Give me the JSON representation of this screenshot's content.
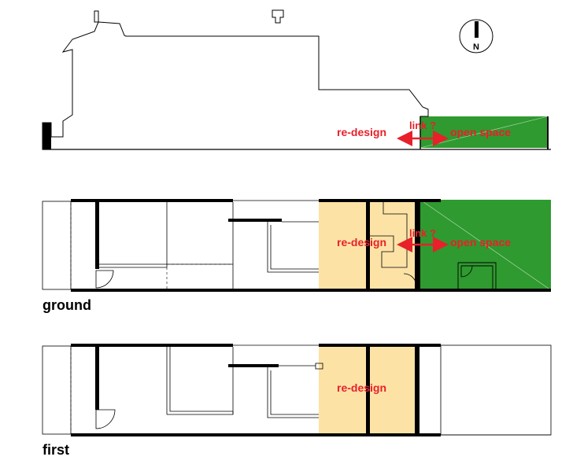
{
  "colors": {
    "redesign": "#fde2a6",
    "open_space": "#2f9a2f",
    "annotation": "#e8202a",
    "wall": "#000000",
    "line": "#000000"
  },
  "compass": {
    "letter": "N"
  },
  "elevation": {
    "redesign": "re-design",
    "link": "link ?",
    "open_space": "open space"
  },
  "ground": {
    "title": "ground",
    "redesign": "re-design",
    "link": "link ?",
    "open_space": "open space"
  },
  "first": {
    "title": "first",
    "redesign": "re-design"
  }
}
